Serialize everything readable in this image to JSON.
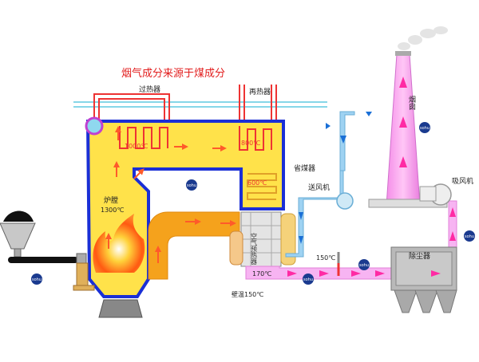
{
  "diagram": {
    "title": "烟气成分来源于煤成分",
    "labels": {
      "superheater": "过热器",
      "reheater": "再热器",
      "chimney": "烟囱",
      "economizer": "省煤器",
      "supply_fan": "送风机",
      "exhaust_fan": "吸风机",
      "furnace": "炉膛",
      "furnace_temp": "1300℃",
      "temp_1000": "1000℃",
      "temp_800": "800℃",
      "temp_600": "600℃",
      "air_preheater": "空气预热器",
      "temp_150": "150℃",
      "temp_170": "170℃",
      "wall_temp": "壁温150℃",
      "dust_collector": "除尘器"
    },
    "badges": [
      "sohu",
      "sohu",
      "sohu",
      "sohu",
      "sohu",
      "sohu"
    ],
    "colors": {
      "boiler_fill": "#ffe24a",
      "boiler_border": "#1a2fd6",
      "flue_duct": "#f5a21c",
      "air_duct": "#9ed2f2",
      "exhaust_duct": "#f7b4f2",
      "title": "#e21d1d",
      "arrow_hot": "#ff5a2a",
      "arrow_pink": "#ff2aa4",
      "arrow_cold": "#1a6fd6"
    }
  }
}
